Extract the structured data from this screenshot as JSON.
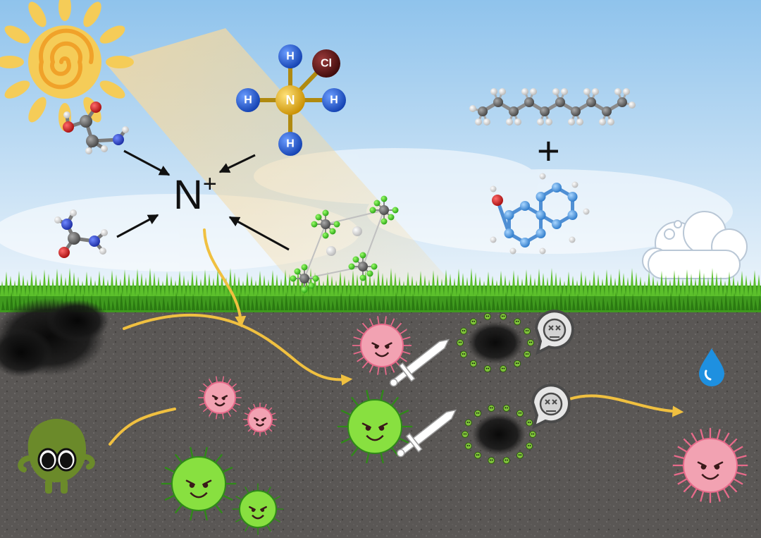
{
  "center_label": {
    "main": "N",
    "charge": "+"
  },
  "plus_sign": "+",
  "ammonium_molecule": {
    "center_atom": "N",
    "hydrogen_atom": "H",
    "chlorine_atom": "Cl"
  },
  "colors": {
    "sky_top": "#8fc3ec",
    "sky_bottom": "#eef5fb",
    "soil": "#5d5a58",
    "grass": "#3f9a1e",
    "flow_arrow": "#f0c040",
    "nitrogen_atom": "#e0a800",
    "hydrogen_atom_blue": "#1b54d6",
    "chlorine_atom": "#5a1515",
    "pollutant": "#151515",
    "pink_microbe": "#f2a2b2",
    "green_microbe": "#88e040",
    "water_drop": "#1e90e0"
  },
  "icons": [
    "sun-icon",
    "cloud-icon",
    "sword-icon",
    "skull-speech-bubble-icon",
    "water-drop-icon"
  ]
}
